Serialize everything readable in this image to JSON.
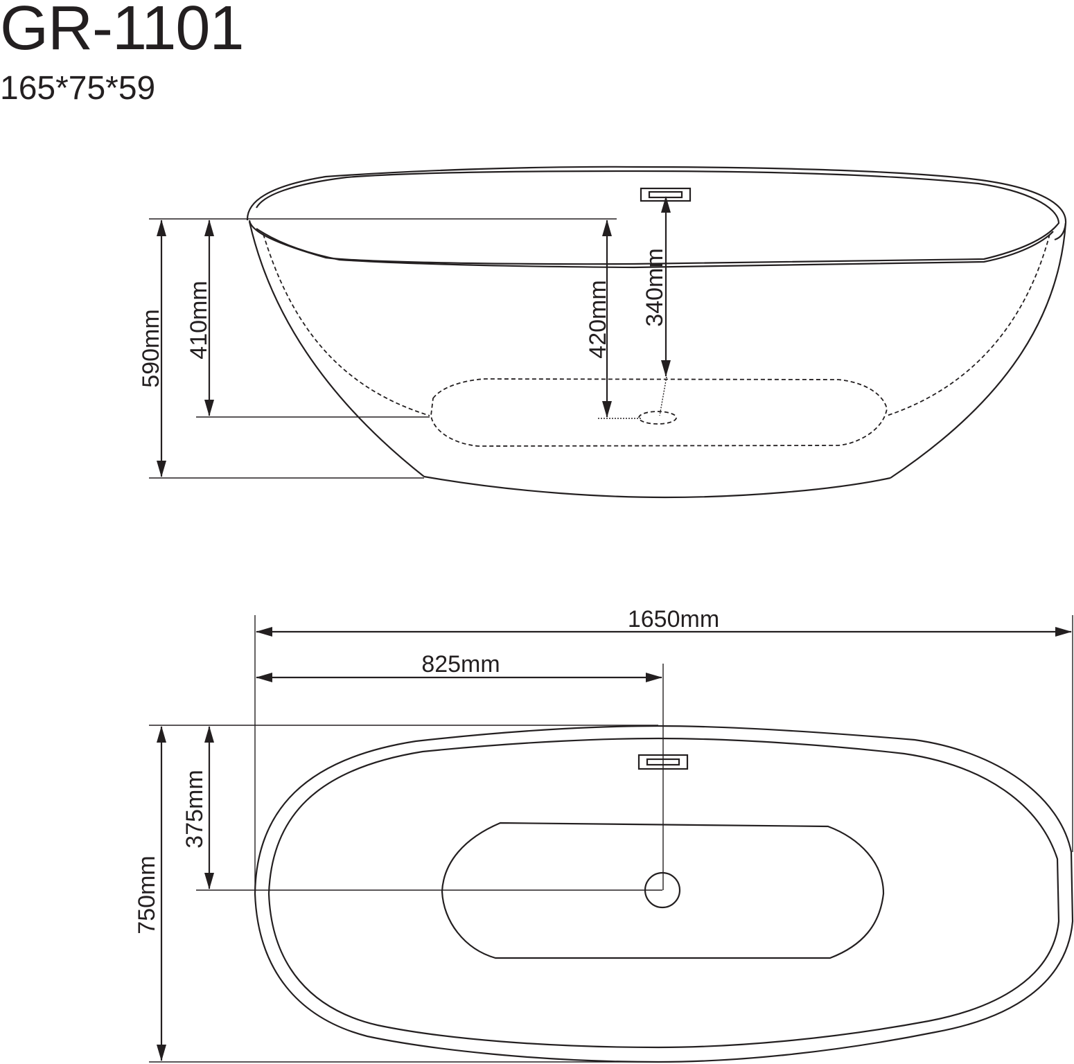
{
  "model": "GR-1101",
  "size": "165*75*59",
  "side_view": {
    "dims": {
      "total_height": "590mm",
      "inner_depth": "410mm",
      "drain_depth": "420mm",
      "overflow_to_drain": "340mm"
    }
  },
  "top_view": {
    "dims": {
      "length": "1650mm",
      "drain_offset_x": "825mm",
      "width": "750mm",
      "drain_offset_y": "375mm"
    }
  }
}
